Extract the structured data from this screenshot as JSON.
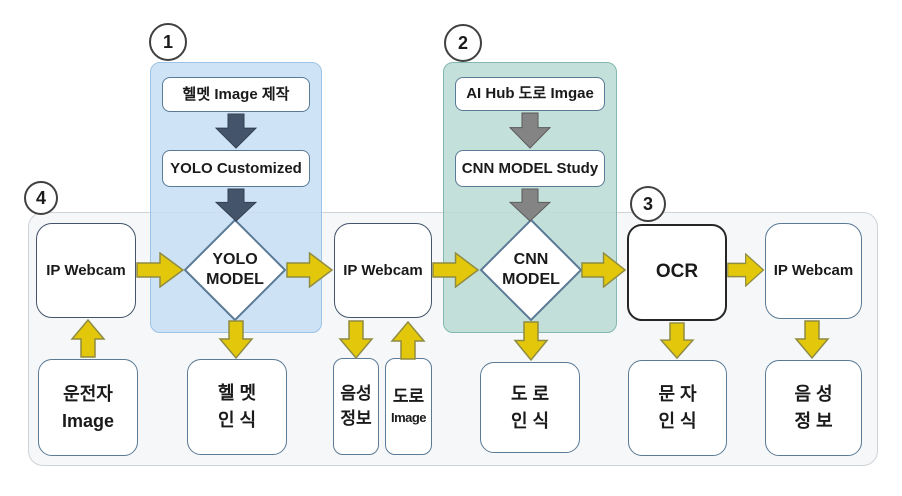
{
  "colors": {
    "region1_fill": "rgba(199,222,246,0.85)",
    "region1_border": "#9dc3e6",
    "region2_fill": "rgba(186,219,211,0.85)",
    "region2_border": "#82b8af",
    "container_fill": "#f6f7f8",
    "container_border": "#ced3d8",
    "navy_arrow": "#44546a",
    "navy_arrow_border": "#323f51",
    "gray_arrow": "#848484",
    "gray_arrow_border": "#595959",
    "yellow_arrow": "#e3c70a",
    "yellow_arrow_border": "#8f8c43",
    "node_border": "#5a7a96",
    "dark_node_border": "#44546a",
    "ocr_border": "#262626",
    "badge_border": "#404040"
  },
  "badges": {
    "b1": "1",
    "b2": "2",
    "b3": "3",
    "b4": "4"
  },
  "region1": {
    "step1": "헬멧 Image 제작",
    "step2": "YOLO Customized",
    "diamond_line1": "YOLO",
    "diamond_line2": "MODEL"
  },
  "region2": {
    "step1": "AI Hub 도로 Imgae",
    "step2": "CNN MODEL Study",
    "diamond_line1": "CNN",
    "diamond_line2": "MODEL"
  },
  "pipeline": {
    "webcam1": "IP Webcam",
    "webcam2": "IP Webcam",
    "ocr": "OCR",
    "webcam3": "IP Webcam"
  },
  "outputs": {
    "driver_line1": "운전자",
    "driver_line2": "Image",
    "helmet_line1": "헬 멧",
    "helmet_line2": "인 식",
    "voice1_line1": "음성",
    "voice1_line2": "정보",
    "roadimg_line1": "도로",
    "roadimg_line2": "Image",
    "road_line1": "도 로",
    "road_line2": "인 식",
    "text_line1": "문 자",
    "text_line2": "인 식",
    "voice2_line1": "음 성",
    "voice2_line2": "정 보"
  }
}
